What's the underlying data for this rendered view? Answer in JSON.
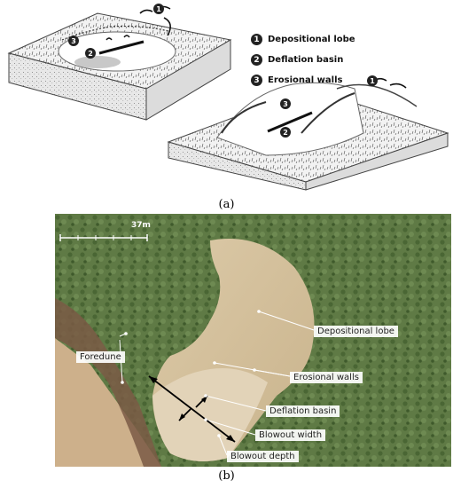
{
  "panel_a": {
    "caption": "(a)",
    "legend": [
      {
        "num": "1",
        "label": "Depositional lobe"
      },
      {
        "num": "2",
        "label": "Deflation basin"
      },
      {
        "num": "3",
        "label": "Erosional walls"
      }
    ]
  },
  "panel_b": {
    "caption": "(b)",
    "scale_label": "37m",
    "labels": {
      "foredune": "Foredune",
      "depositional_lobe": "Depositional lobe",
      "erosional_walls": "Erosional walls",
      "deflation_basin": "Deflation basin",
      "blowout_width": "Blowout width",
      "blowout_depth": "Blowout depth"
    }
  }
}
